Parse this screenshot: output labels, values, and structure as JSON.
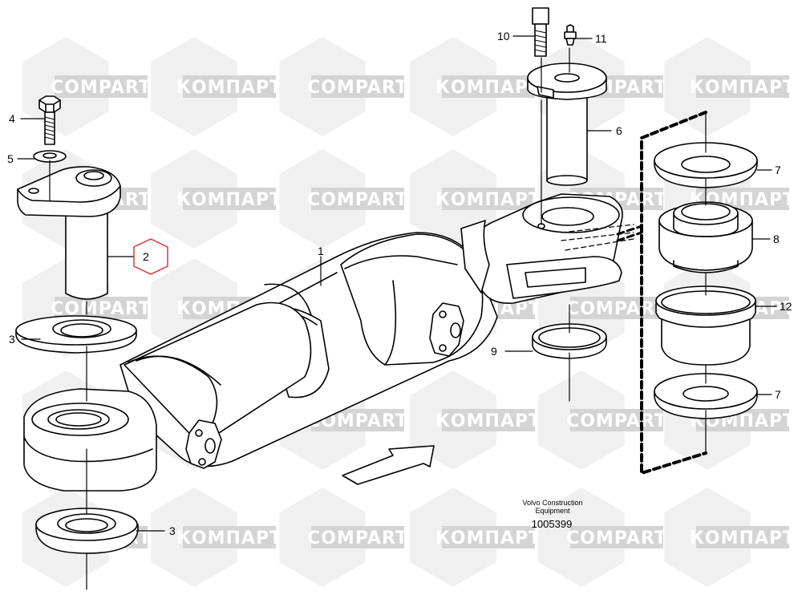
{
  "diagram": {
    "caption_line1": "Volvo Construction",
    "caption_line2": "Equipment",
    "document_number": "1005399"
  },
  "watermark": {
    "brand_latin": "COMPART",
    "brand_cyrillic": "КОМПАРТ",
    "color": "#d4d4d4"
  },
  "callouts": [
    {
      "id": "1",
      "label": "1"
    },
    {
      "id": "2",
      "label": "2",
      "highlighted": true
    },
    {
      "id": "3a",
      "label": "3"
    },
    {
      "id": "3b",
      "label": "3"
    },
    {
      "id": "4",
      "label": "4"
    },
    {
      "id": "5",
      "label": "5"
    },
    {
      "id": "6",
      "label": "6"
    },
    {
      "id": "7a",
      "label": "7"
    },
    {
      "id": "7b",
      "label": "7"
    },
    {
      "id": "8",
      "label": "8"
    },
    {
      "id": "9",
      "label": "9"
    },
    {
      "id": "10",
      "label": "10"
    },
    {
      "id": "11",
      "label": "11"
    },
    {
      "id": "12",
      "label": "12"
    }
  ],
  "colors": {
    "line": "#000000",
    "highlight": "#e0262b",
    "background": "#ffffff"
  }
}
